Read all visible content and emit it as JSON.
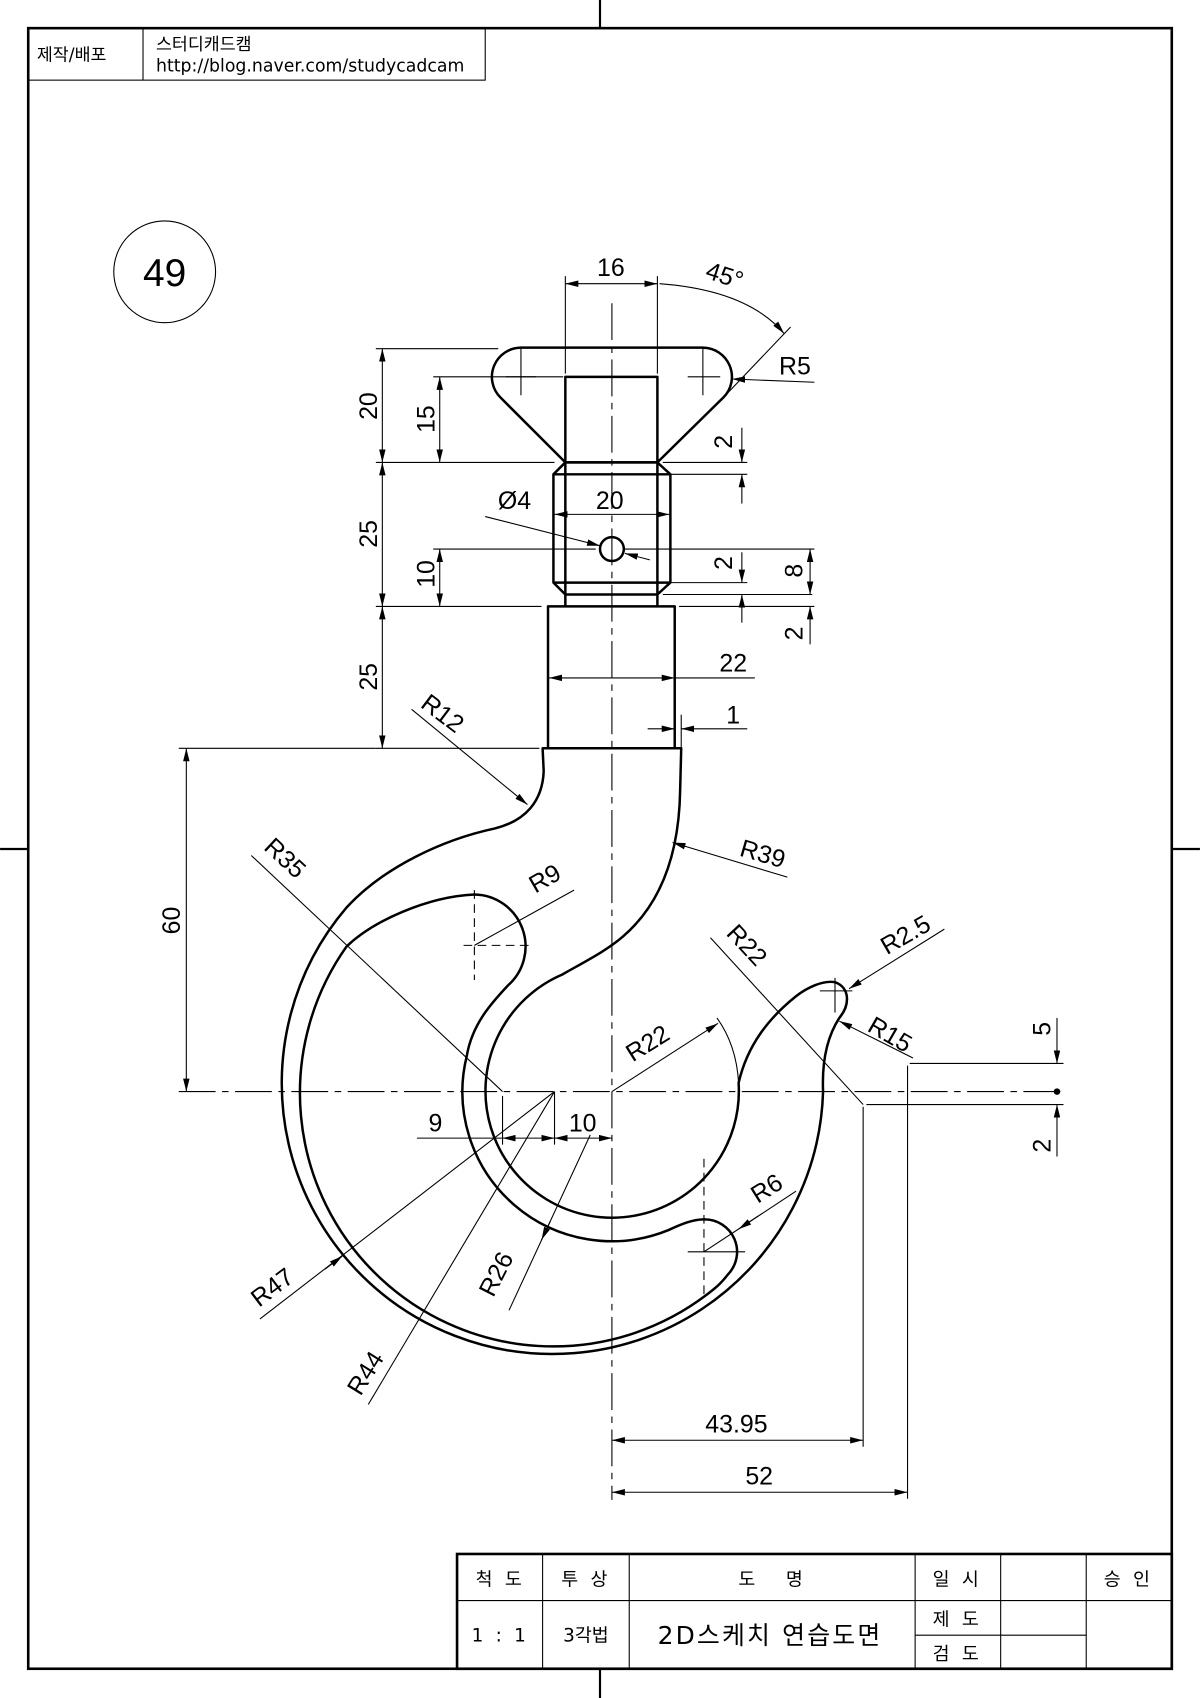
{
  "header": {
    "label": "제작/배포",
    "author": "스터디캐드캠",
    "url": "http://blog.naver.com/studycadcam"
  },
  "drawing_number": "49",
  "dimensions": {
    "d16": "16",
    "angle45": "45°",
    "r5": "R5",
    "h20": "20",
    "h15": "15",
    "c2a": "2",
    "dia4": "Ø4",
    "w20": "20",
    "h25a": "25",
    "h10": "10",
    "c2b": "2",
    "h8": "8",
    "c2c": "2",
    "h25b": "25",
    "w22": "22",
    "w1": "1",
    "r12": "R12",
    "h60": "60",
    "r39": "R39",
    "r35": "R35",
    "r9": "R9",
    "r22_tip": "R22",
    "r2_5": "R2.5",
    "r15": "R15",
    "v5": "5",
    "v2": "2",
    "r22_center": "R22",
    "o9": "9",
    "o10": "10",
    "r47": "R47",
    "r26": "R26",
    "r44": "R44",
    "r6": "R6",
    "w43_95": "43.95",
    "w52": "52"
  },
  "title_block": {
    "scale_label": "척 도",
    "projection_label": "투 상",
    "name_label": "도   명",
    "date_label": "일 시",
    "approval_label": "승 인",
    "scale": "1 : 1",
    "projection": "3각법",
    "title": "2D스케치 연습도면",
    "drafted_label": "제 도",
    "checked_label": "검 도"
  }
}
